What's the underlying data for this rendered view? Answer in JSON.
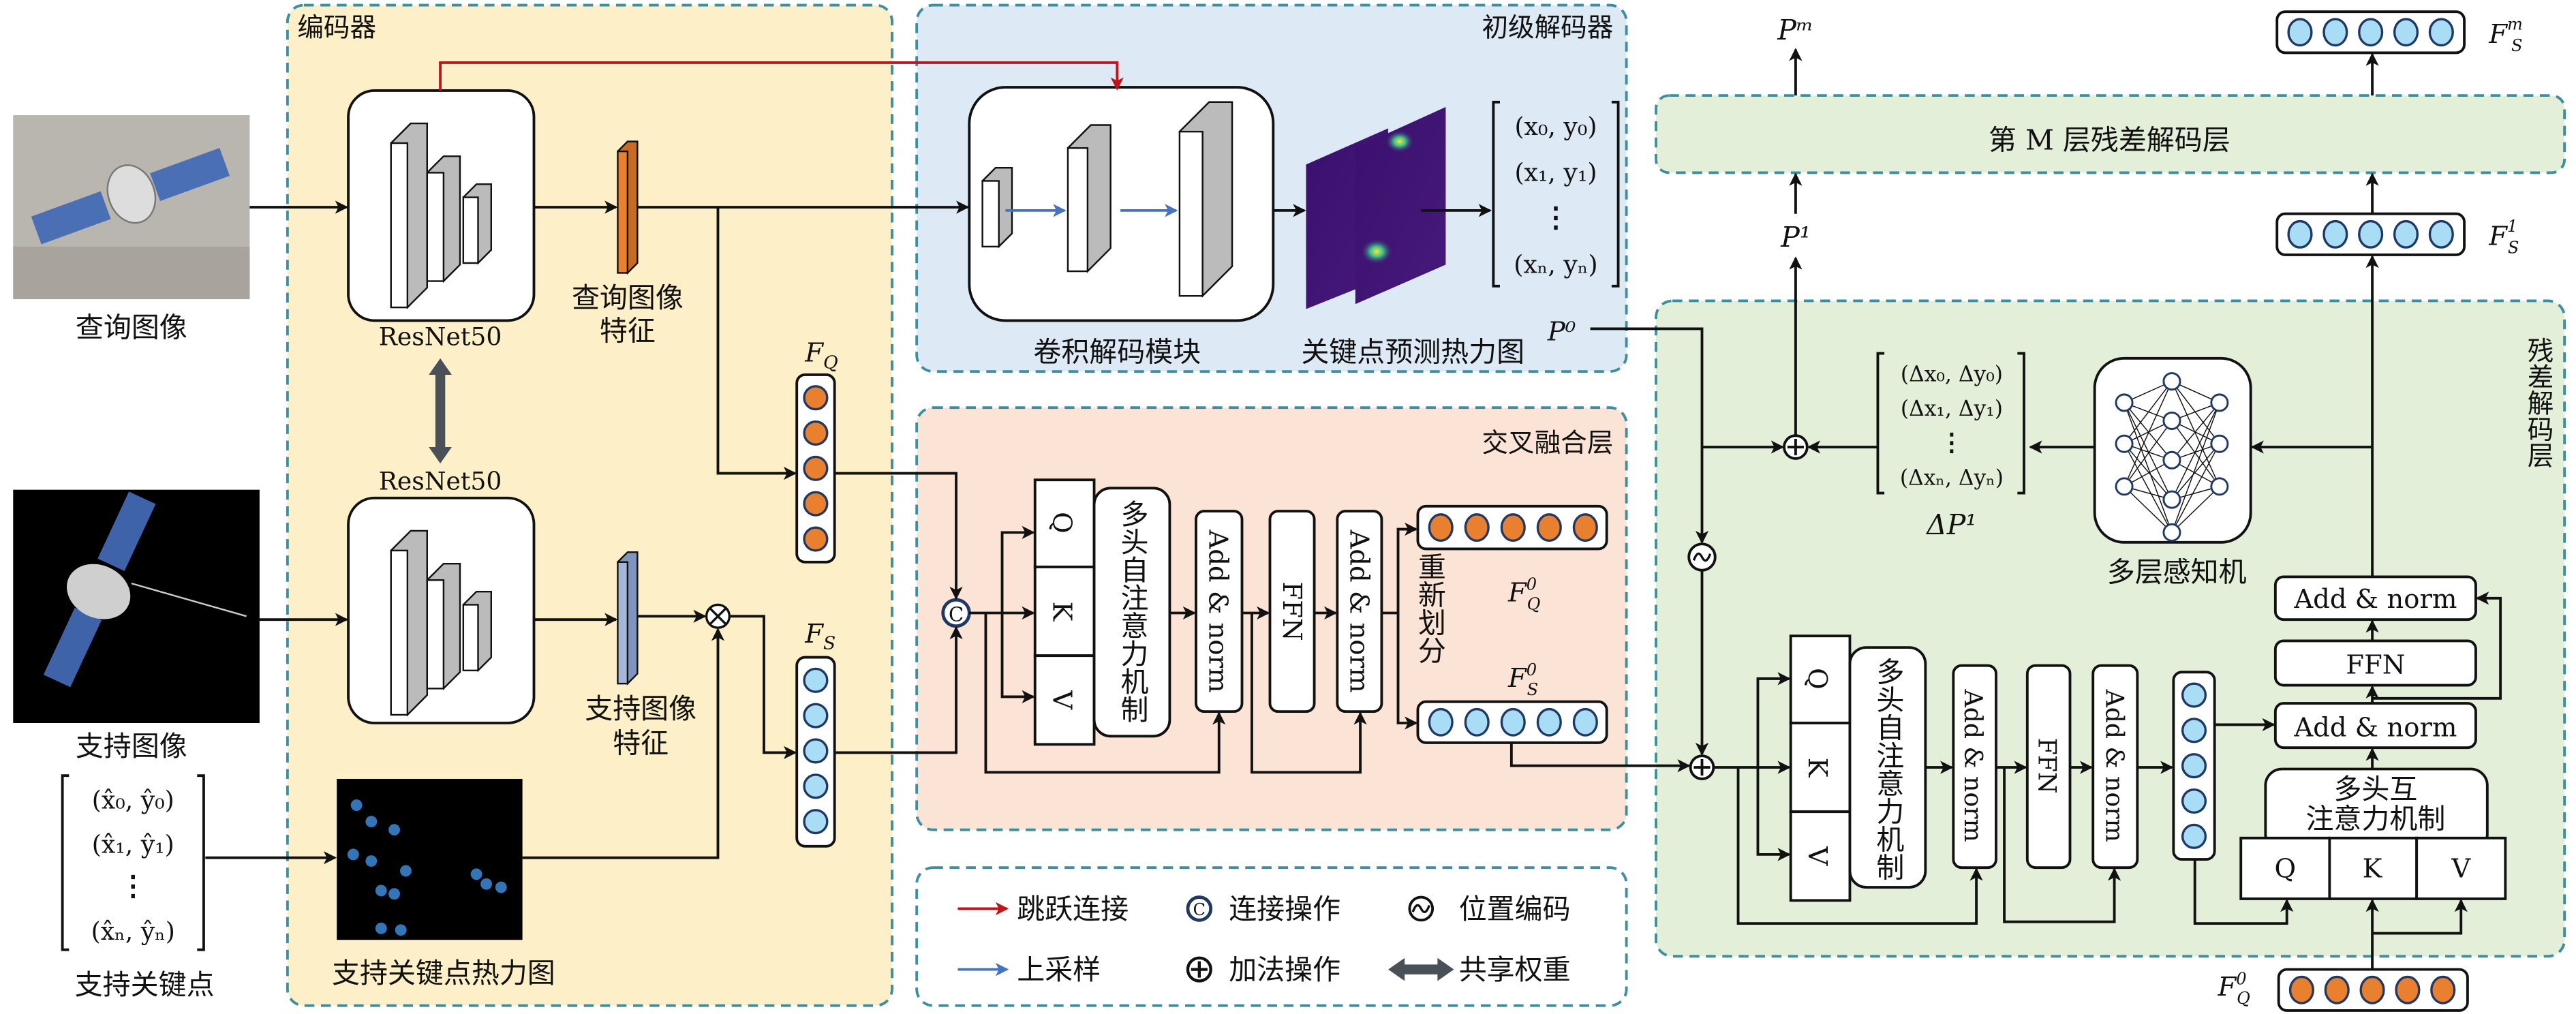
{
  "encoder": {
    "title": "编码器",
    "resnet_top": "ResNet50",
    "resnet_bottom": "ResNet50",
    "query_feature": [
      "查询图像",
      "特征"
    ],
    "support_feature": [
      "支持图像",
      "特征"
    ],
    "heatmap_label": "支持关键点热力图",
    "fq_label": {
      "base": "F",
      "sub": "Q"
    },
    "fs_label": {
      "base": "F",
      "sub": "S"
    }
  },
  "inputs": {
    "query_image": "查询图像",
    "support_image": "支持图像",
    "support_keypoints": "支持关键点",
    "kp_matrix": [
      "(x̂₀, ŷ₀)",
      "(x̂₁, ŷ₁)",
      "⋮",
      "(x̂ₙ, ŷₙ)"
    ]
  },
  "initial_decoder": {
    "title": "初级解码器",
    "conv_module": "卷积解码模块",
    "heatmap": "关键点预测热力图",
    "matrix": [
      "(x₀, y₀)",
      "(x₁, y₁)",
      "⋮",
      "(xₙ, yₙ)"
    ],
    "p0": "P⁰"
  },
  "cross_fusion": {
    "title": "交叉融合层",
    "q": "Q",
    "k": "K",
    "v": "V",
    "mhsa": "多头自注意力机制",
    "add_norm": "Add & norm",
    "ffn": "FFN",
    "split": "重新划分",
    "fq0": {
      "base": "F",
      "sup": "0",
      "sub": "Q"
    },
    "fs0": {
      "base": "F",
      "sup": "0",
      "sub": "S"
    }
  },
  "residual": {
    "title": "残差解码层",
    "m_layer": "第 M 层残差解码层",
    "pm": "Pᵐ",
    "p1": "P¹",
    "fsm": {
      "base": "F",
      "sup": "m",
      "sub": "S"
    },
    "fs1": {
      "base": "F",
      "sup": "1",
      "sub": "S"
    },
    "delta_matrix": [
      "(Δx₀, Δy₀)",
      "(Δx₁, Δy₁)",
      "⋮",
      "(Δxₙ, Δyₙ)"
    ],
    "delta_p": "ΔP¹",
    "mlp": "多层感知机",
    "q": "Q",
    "k": "K",
    "v": "V",
    "mhsa": "多头自注意力机制",
    "add_norm": "Add & norm",
    "ffn": "FFN",
    "cross_attn": [
      "多头互",
      "注意力机制"
    ],
    "fq0": {
      "base": "F",
      "sup": "0",
      "sub": "Q"
    }
  },
  "legend": {
    "skip": "跳跃连接",
    "concat": "连接操作",
    "pos_enc": "位置编码",
    "upsample": "上采样",
    "add": "加法操作",
    "shared": "共享权重"
  },
  "colors": {
    "encoder_bg": "#fdf0c9",
    "decoder_bg": "#dde9f5",
    "fusion_bg": "#fbe4d5",
    "residual_bg": "#e3efd9",
    "border": "#3d8ea0",
    "orange": "#e9802f",
    "light_blue": "#a9dcf5",
    "skip": "#c0141c",
    "upsample": "#4472c4",
    "shared": "#4a5058"
  }
}
